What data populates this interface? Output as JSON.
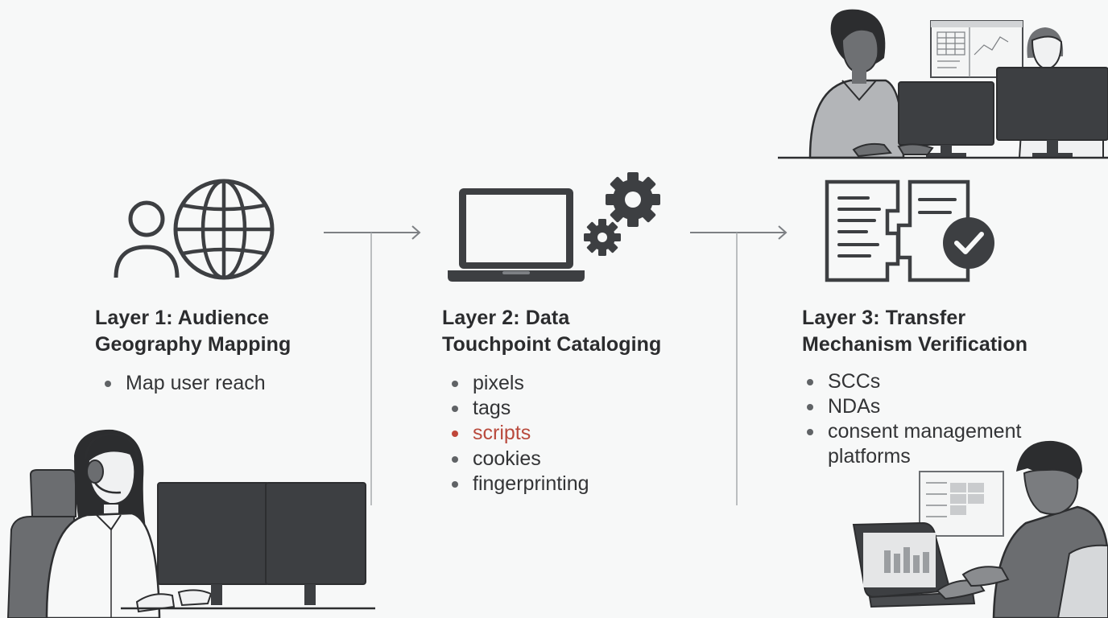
{
  "layers": [
    {
      "title_line1": "Layer 1: Audience",
      "title_line2": "Geography Mapping",
      "items": [
        {
          "text": "Map user reach",
          "highlight": false
        }
      ],
      "icon": "person-globe-icon"
    },
    {
      "title_line1": "Layer 2: Data",
      "title_line2": "Touchpoint Cataloging",
      "items": [
        {
          "text": "pixels",
          "highlight": false
        },
        {
          "text": "tags",
          "highlight": false
        },
        {
          "text": "scripts",
          "highlight": true
        },
        {
          "text": "cookies",
          "highlight": false
        },
        {
          "text": "fingerprinting",
          "highlight": false
        }
      ],
      "icon": "laptop-gears-icon"
    },
    {
      "title_line1": "Layer 3: Transfer",
      "title_line2": "Mechanism Verification",
      "items": [
        {
          "text": "SCCs",
          "highlight": false
        },
        {
          "text": "NDAs",
          "highlight": false
        },
        {
          "text": "consent management",
          "highlight": false
        },
        {
          "text": "platforms",
          "highlight": false
        }
      ],
      "icon": "document-check-icon"
    }
  ],
  "colors": {
    "background": "#f7f8f8",
    "ink": "#2b2c2e",
    "icon_stroke": "#3d3f42",
    "highlight": "#b94a3d",
    "connector": "#8c8f92"
  }
}
